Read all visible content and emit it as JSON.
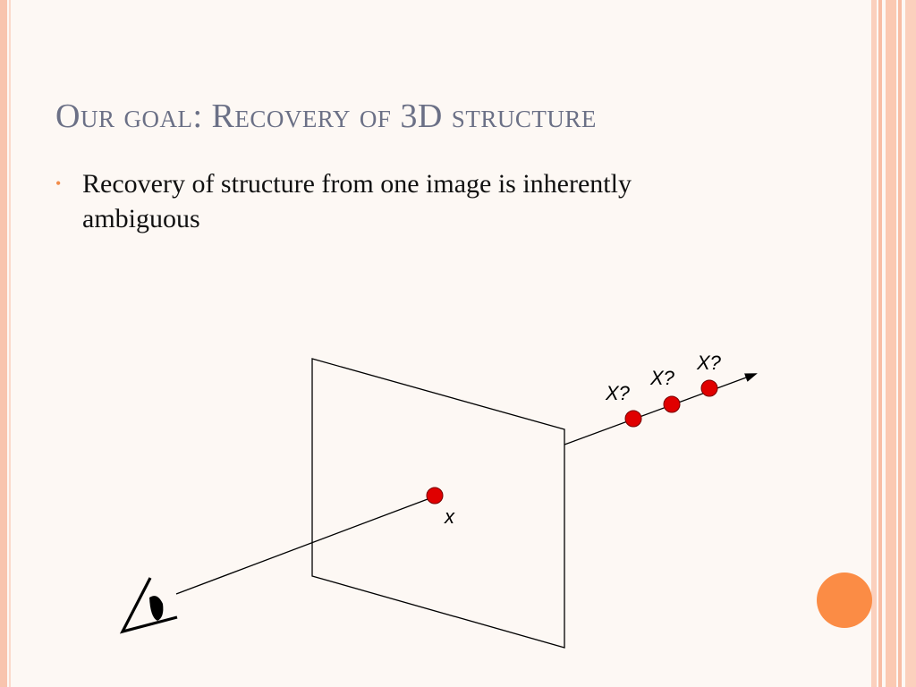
{
  "slide": {
    "title": "Our goal: Recovery of 3D structure",
    "bullet_text": "Recovery of structure from one image is inherently ambiguous"
  },
  "diagram": {
    "image_point_label": "x",
    "candidate_labels": [
      "X?",
      "X?",
      "X?"
    ]
  },
  "colors": {
    "title": "#6b7086",
    "accent": "#fb8c45",
    "point_fill": "#e00000",
    "border": "#f8c4ae"
  },
  "icons": {
    "viewer": "eye-icon"
  }
}
